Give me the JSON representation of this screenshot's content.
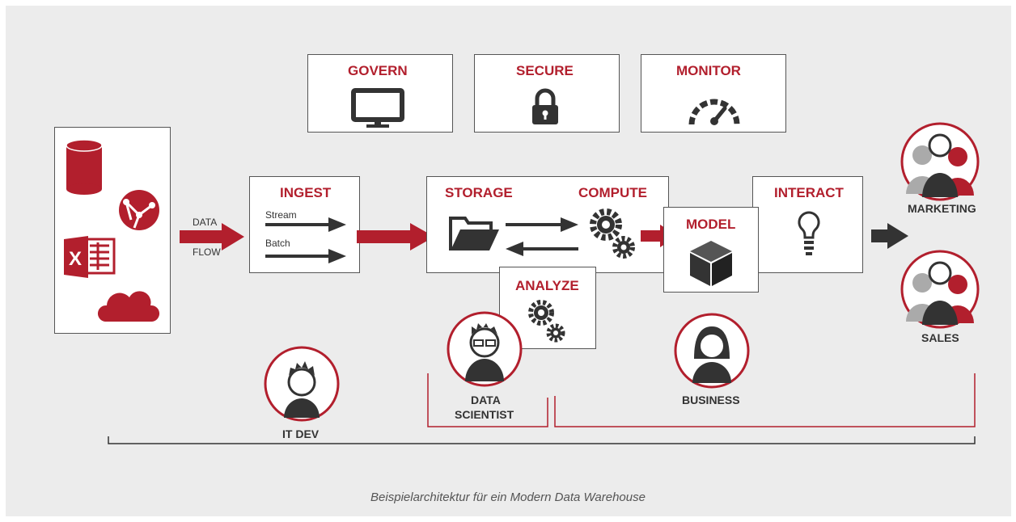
{
  "top_boxes": {
    "govern": "GOVERN",
    "secure": "SECURE",
    "monitor": "MONITOR"
  },
  "flow": {
    "data": "DATA",
    "flow": "FLOW"
  },
  "ingest": {
    "title": "INGEST",
    "stream": "Stream",
    "batch": "Batch"
  },
  "storage": "STORAGE",
  "compute": "COMPUTE",
  "model": "MODEL",
  "interact": "INTERACT",
  "analyze": "ANALYZE",
  "roles": {
    "marketing": "MARKETING",
    "sales": "SALES",
    "data_scientist_1": "DATA",
    "data_scientist_2": "SCIENTIST",
    "business": "BUSINESS",
    "it_dev": "IT DEV"
  },
  "caption": "Beispielarchitektur für ein Modern Data Warehouse",
  "colors": {
    "accent": "#b21f2d",
    "dark": "#333333",
    "panel": "#ececec"
  },
  "icons": [
    "database-icon",
    "network-icon",
    "excel-icon",
    "cloud-icon",
    "monitor-icon",
    "lock-icon",
    "gauge-icon",
    "folder-icon",
    "gears-icon",
    "cube-icon",
    "lightbulb-icon",
    "person-icon"
  ]
}
